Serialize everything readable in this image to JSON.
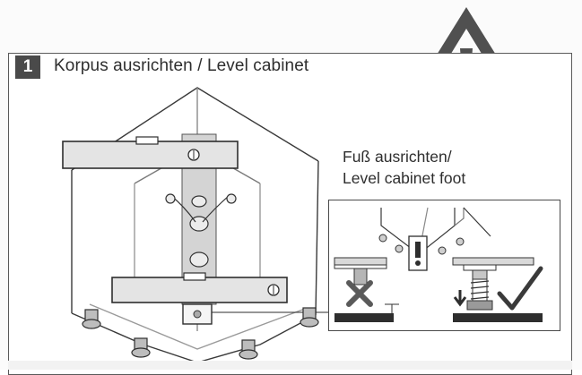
{
  "step": {
    "number": "1",
    "title": "Korpus ausrichten / Level cabinet"
  },
  "inset": {
    "label_line1": "Fuß ausrichten/",
    "label_line2": "Level cabinet foot"
  },
  "icons": {
    "warning": "warning-triangle-icon",
    "wrong": "cross-icon",
    "right": "checkmark-icon"
  },
  "colors": {
    "ink": "#2e2e2e",
    "badge": "#4a4a4a",
    "panel_fill": "#d9d9d9"
  }
}
